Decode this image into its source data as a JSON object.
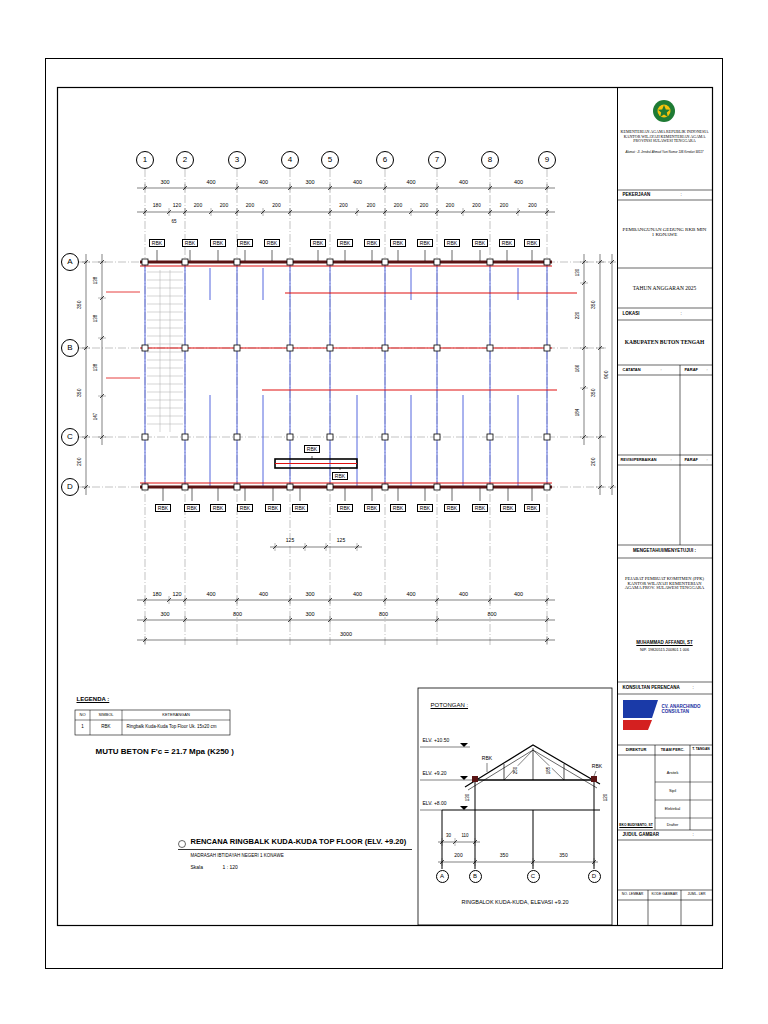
{
  "diagram": {
    "title": "RENCANA RINGBALK KUDA-KUDA TOP FLOOR (ELV. +9.20)",
    "nodes": [
      {
        "text": [
          "1"
        ]
      },
      {
        "text": [
          "2"
        ]
      },
      {
        "text": [
          "3"
        ]
      },
      {
        "text": [
          "4"
        ]
      },
      {
        "text": [
          "5"
        ]
      },
      {
        "text": [
          "6"
        ]
      },
      {
        "text": [
          "7"
        ]
      },
      {
        "text": [
          "8"
        ]
      },
      {
        "text": [
          "9"
        ]
      },
      {
        "text": [
          "A"
        ]
      },
      {
        "text": [
          "B"
        ]
      },
      {
        "text": [
          "C"
        ]
      },
      {
        "text": [
          "D"
        ]
      },
      {
        "text": [
          "RBK"
        ]
      },
      {
        "text": [
          "RBK"
        ]
      },
      {
        "text": [
          "RBK"
        ]
      },
      {
        "text": [
          "RBK"
        ]
      },
      {
        "text": [
          "RBK"
        ]
      },
      {
        "text": [
          "RBK"
        ]
      },
      {
        "text": [
          "RBK"
        ]
      },
      {
        "text": [
          "RBK"
        ]
      },
      {
        "text": [
          "RBK"
        ]
      },
      {
        "text": [
          "RBK"
        ]
      },
      {
        "text": [
          "RBK"
        ]
      },
      {
        "text": [
          "RBK"
        ]
      },
      {
        "text": [
          "RBK"
        ]
      },
      {
        "text": [
          "RBK"
        ]
      },
      {
        "text": [
          "RBK"
        ]
      },
      {
        "text": [
          "RBK"
        ]
      },
      {
        "text": [
          "RBK"
        ]
      },
      {
        "text": [
          "RBK"
        ]
      },
      {
        "text": [
          "RBK"
        ]
      },
      {
        "text": [
          "RBK"
        ]
      },
      {
        "text": [
          "RBK"
        ]
      },
      {
        "text": [
          "RBK"
        ]
      },
      {
        "text": [
          "RBK"
        ]
      },
      {
        "text": [
          "RBK"
        ]
      },
      {
        "text": [
          "RBK"
        ]
      },
      {
        "text": [
          "RBK"
        ]
      },
      {
        "text": [
          "RBK"
        ]
      },
      {
        "text": [
          "RBK"
        ]
      },
      {
        "text": [
          "RBK"
        ]
      },
      {
        "text": [
          "RBK"
        ]
      },
      {
        "text": [
          "A"
        ]
      },
      {
        "text": [
          "B"
        ]
      },
      {
        "text": [
          "C"
        ]
      },
      {
        "text": [
          "D"
        ]
      }
    ],
    "labels": [
      "300",
      "400",
      "400",
      "300",
      "400",
      "400",
      "400",
      "400",
      "180",
      "120",
      "200",
      "200",
      "200",
      "200",
      "200",
      "200",
      "200",
      "200",
      "200",
      "200",
      "200",
      "200",
      "65",
      "180",
      "120",
      "400",
      "400",
      "300",
      "400",
      "400",
      "400",
      "400",
      "300",
      "800",
      "300",
      "800",
      "800",
      "3000",
      "125",
      "125",
      "350",
      "350",
      "200",
      "138",
      "138",
      "138",
      "147",
      "130",
      "220",
      "166",
      "184",
      "350",
      "350",
      "200",
      "900",
      "LEGENDA :",
      "NO",
      "SIMBOL",
      "KETERANGAN",
      "1",
      "RBK",
      "Ringbalk Kuda-Kuda Top Floor Uk. 15x20 cm",
      "MUTU BETON F'c = 21.7 Mpa (K250 )",
      "MADRASAH IBTIDAYAH NEGERI 1 KONAWE",
      "Skala",
      "1 : 120",
      "POTONGAN :",
      "ELV. +10.50",
      "ELV. +9.20",
      "ELV. +8.00",
      "RBK",
      "RBK",
      "130",
      "250",
      "185",
      "120",
      "30",
      "110",
      "200",
      "350",
      "350",
      "RINGBALOK KUDA-KUDA, ELEVASI +9.20",
      "KEMENTERIAN AGAMA REPUBLIK INDONESIA KANTOR WILAYAH KEMENTERIAN AGAMA PROVINSI SULAWESI TENGGARA",
      "Alamat : Jl. Jendral Ahmad Yani Nomor 136 Kendari 93117",
      "PEKERJAAN",
      ":",
      "PEMBANGUNAN GEDUNG RKB MIN 1 KONAWE",
      "TAHUN ANGGARAN 2025",
      "LOKASI",
      ":",
      "KABUPATEN BUTON TENGAH",
      "CATATAN",
      ":",
      "PARAF",
      ":",
      "REVISI/PERBAIKAN",
      ":",
      "PARAF",
      ":",
      "MENGETAHUI/MENYETUJUI :",
      "PEJABAT PEMBUAT KOMITMEN (PPK) KANTOR WILAYAH KEMENTERIAN AGAMA PROV. SULAWESI TENGGARA",
      "MUHAMMAD AFFANDI, ST",
      "NIP. 19820515 200801 1 006",
      "KONSULTAN PERENCANA",
      ":",
      "CV. ANARCHINDO CONSULTAN",
      "DIREKTUR",
      "TEAM PERC.",
      "T. TANGAN",
      "Arsitek",
      "Sipil",
      "Elektrikal",
      "Drafter",
      "EKO BUDIYANTO, ST",
      "JUDUL GAMBAR",
      ":",
      "NO. LEMBAR",
      "KODE GAMBAR",
      "JUML. LBR"
    ]
  }
}
